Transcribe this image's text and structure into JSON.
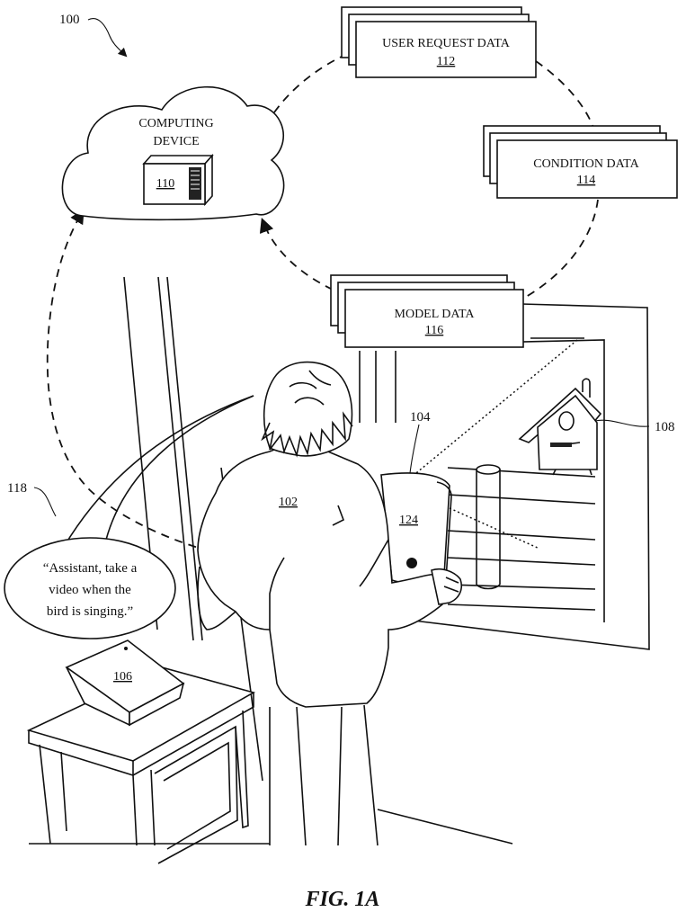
{
  "figure": {
    "system_ref": "100",
    "caption": "FIG. 1A"
  },
  "computing_device": {
    "label_line1": "COMPUTING",
    "label_line2": "DEVICE",
    "ref": "110"
  },
  "user_request_data": {
    "label": "USER REQUEST DATA",
    "ref": "112"
  },
  "condition_data": {
    "label": "CONDITION DATA",
    "ref": "114"
  },
  "model_data": {
    "label": "MODEL DATA",
    "ref": "116"
  },
  "user": {
    "ref": "102"
  },
  "camera_device": {
    "ref": "104"
  },
  "tablet_screen": {
    "ref": "124"
  },
  "assistant_device": {
    "ref": "106"
  },
  "birdhouse": {
    "ref": "108"
  },
  "spoken_request": {
    "ref": "118",
    "line1": "“Assistant, take a",
    "line2": "video when the",
    "line3": "bird is singing.”"
  }
}
